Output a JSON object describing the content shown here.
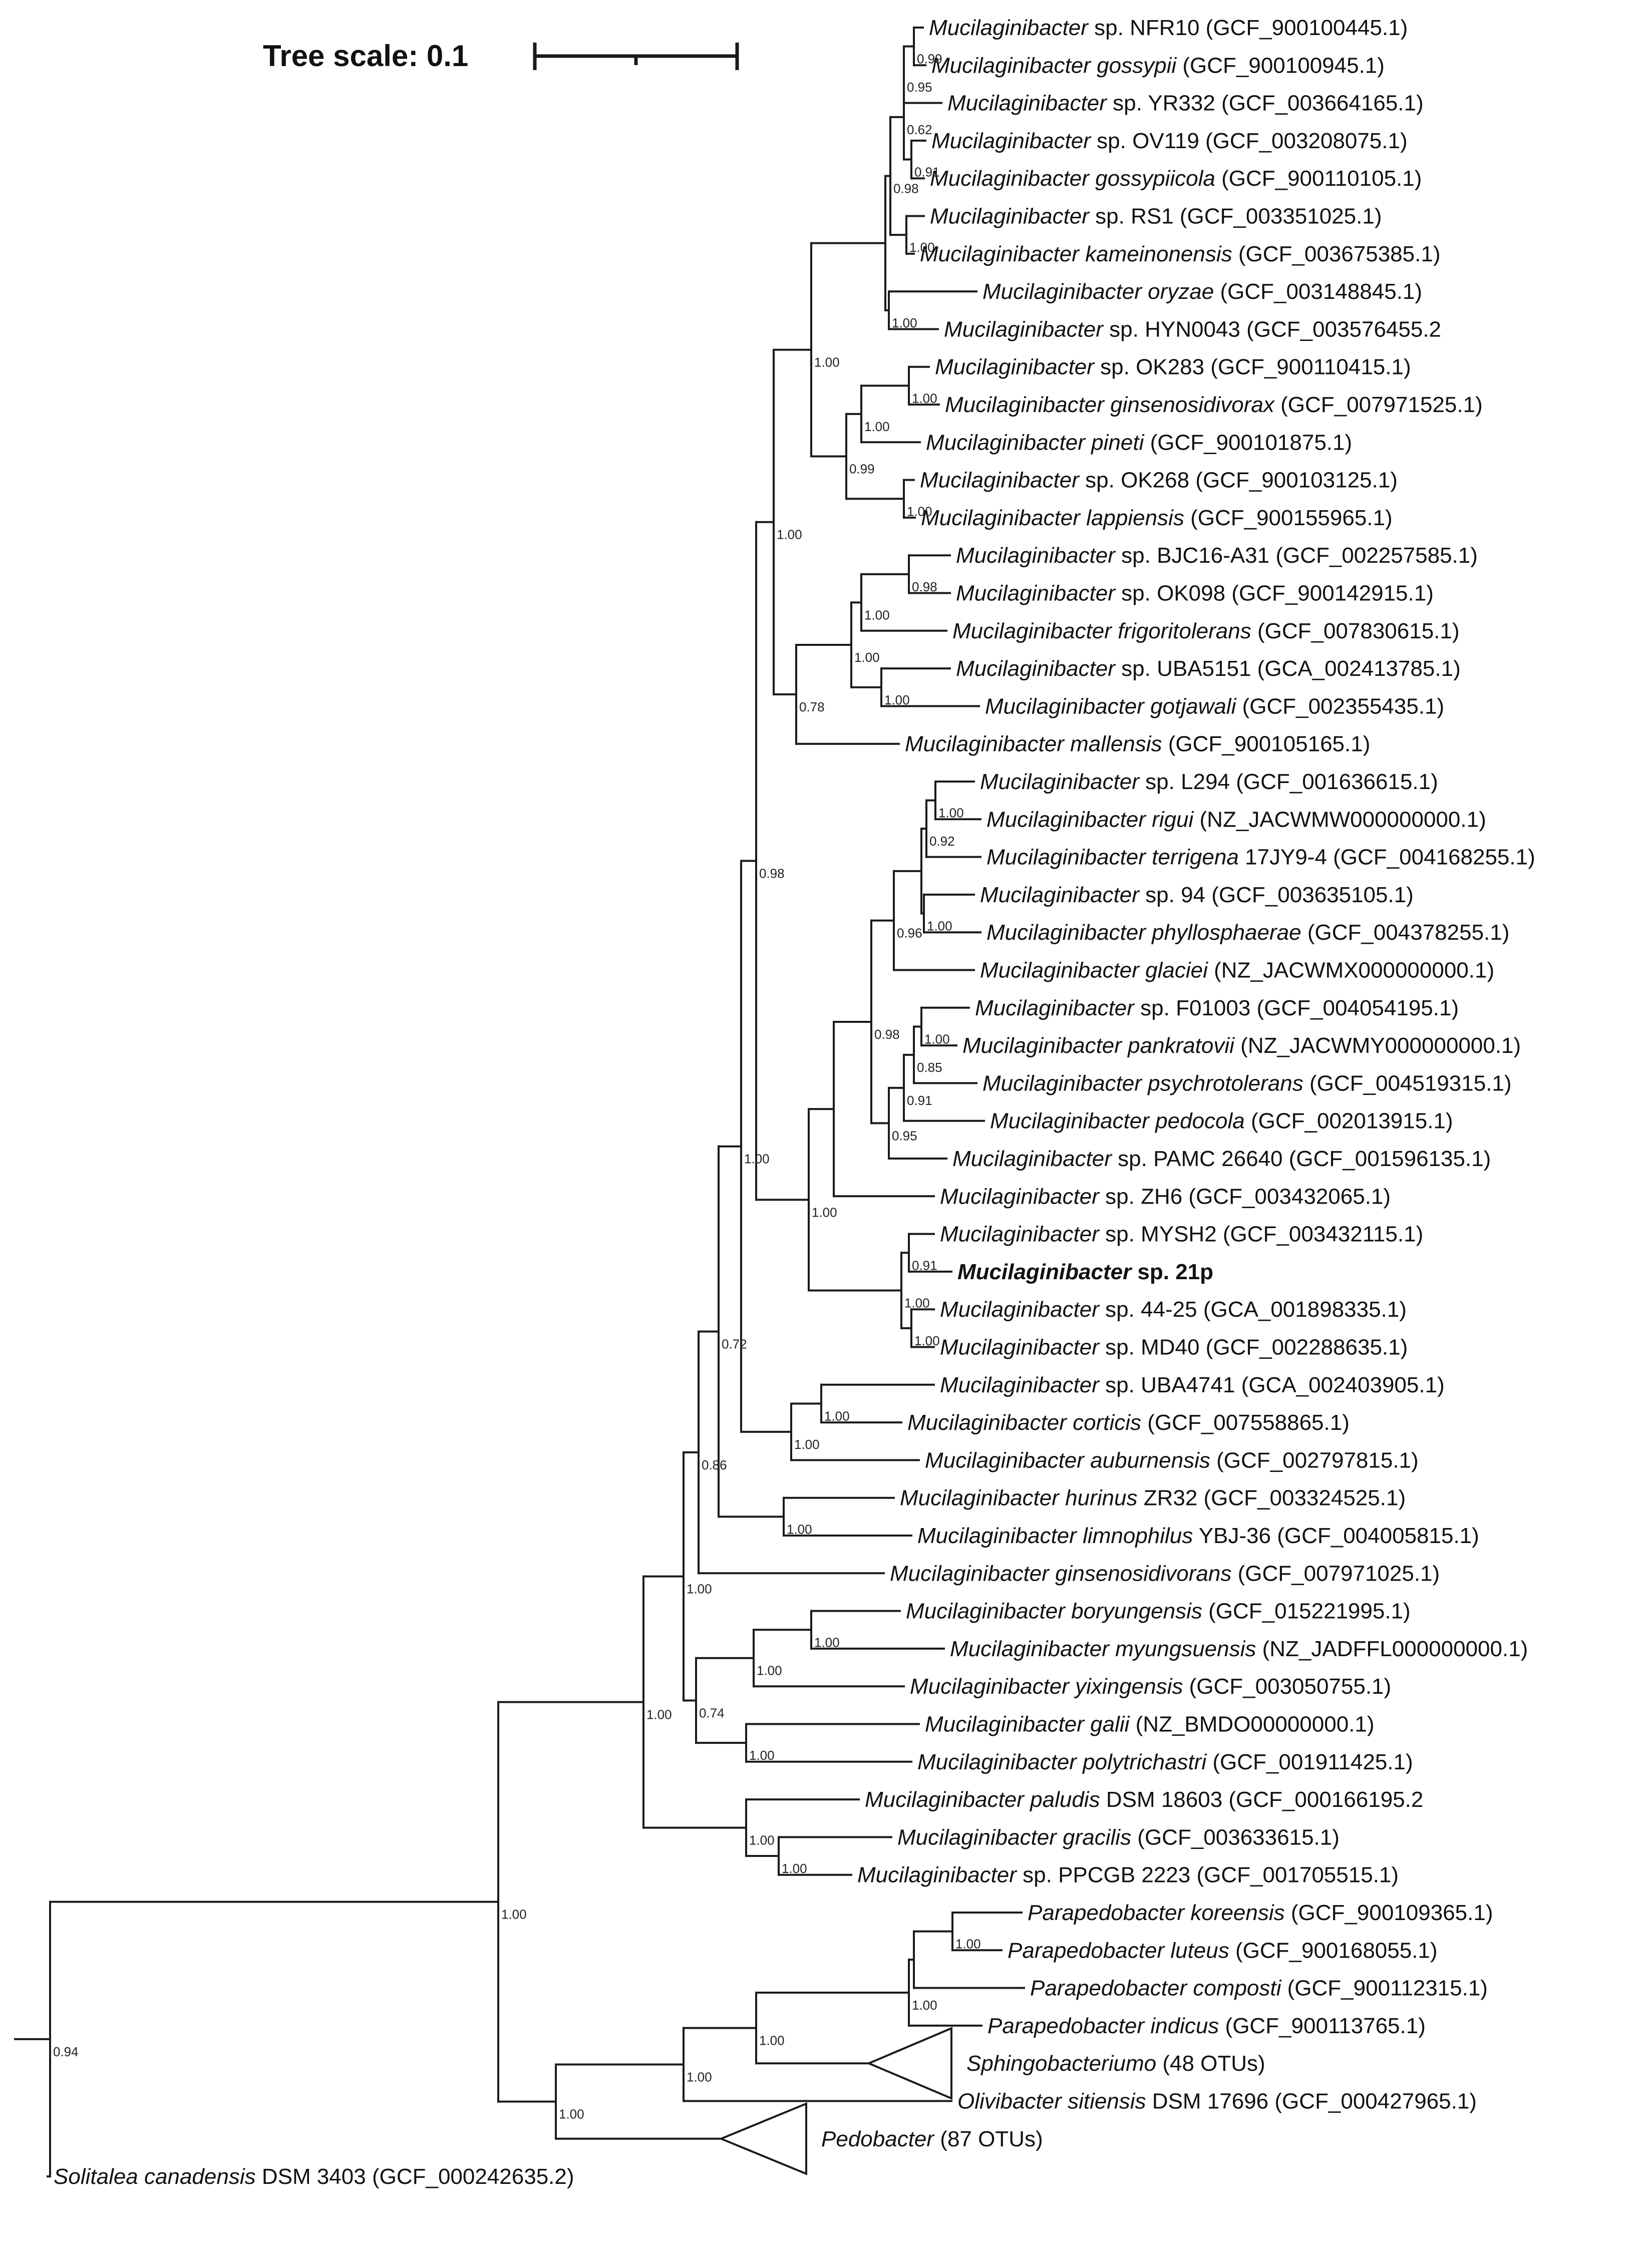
{
  "scale": {
    "label": "Tree scale: 0.1"
  },
  "leaves": [
    {
      "genus": "Mucilaginibacter",
      "rest": " sp. NFR10 (GCF_900100445.1)"
    },
    {
      "genus": "Mucilaginibacter gossypii",
      "rest": " (GCF_900100945.1)"
    },
    {
      "genus": "Mucilaginibacter",
      "rest": " sp. YR332 (GCF_003664165.1)"
    },
    {
      "genus": "Mucilaginibacter",
      "rest": " sp. OV119 (GCF_003208075.1)"
    },
    {
      "genus": "Mucilaginibacter gossypiicola",
      "rest": " (GCF_900110105.1)"
    },
    {
      "genus": "Mucilaginibacter",
      "rest": " sp. RS1 (GCF_003351025.1)"
    },
    {
      "genus": "Mucilaginibacter kameinonensis",
      "rest": " (GCF_003675385.1)"
    },
    {
      "genus": "Mucilaginibacter oryzae",
      "rest": " (GCF_003148845.1)"
    },
    {
      "genus": "Mucilaginibacter",
      "rest": " sp. HYN0043 (GCF_003576455.2"
    },
    {
      "genus": "Mucilaginibacter",
      "rest": " sp. OK283 (GCF_900110415.1)"
    },
    {
      "genus": "Mucilaginibacter ginsenosidivorax",
      "rest": " (GCF_007971525.1)"
    },
    {
      "genus": "Mucilaginibacter pineti",
      "rest": " (GCF_900101875.1)"
    },
    {
      "genus": "Mucilaginibacter",
      "rest": " sp. OK268 (GCF_900103125.1)"
    },
    {
      "genus": "Mucilaginibacter lappiensis",
      "rest": " (GCF_900155965.1)"
    },
    {
      "genus": "Mucilaginibacter",
      "rest": " sp. BJC16-A31 (GCF_002257585.1)"
    },
    {
      "genus": "Mucilaginibacter",
      "rest": " sp. OK098 (GCF_900142915.1)"
    },
    {
      "genus": "Mucilaginibacter frigoritolerans",
      "rest": " (GCF_007830615.1)"
    },
    {
      "genus": "Mucilaginibacter",
      "rest": " sp. UBA5151 (GCA_002413785.1)"
    },
    {
      "genus": "Mucilaginibacter gotjawali",
      "rest": " (GCF_002355435.1)"
    },
    {
      "genus": "Mucilaginibacter mallensis",
      "rest": " (GCF_900105165.1)"
    },
    {
      "genus": "Mucilaginibacter",
      "rest": " sp. L294 (GCF_001636615.1)"
    },
    {
      "genus": "Mucilaginibacter rigui",
      "rest": " (NZ_JACWMW000000000.1)"
    },
    {
      "genus": "Mucilaginibacter terrigena",
      "rest": " 17JY9-4 (GCF_004168255.1)"
    },
    {
      "genus": "Mucilaginibacter",
      "rest": " sp. 94 (GCF_003635105.1)"
    },
    {
      "genus": "Mucilaginibacter phyllosphaerae",
      "rest": " (GCF_004378255.1)"
    },
    {
      "genus": "Mucilaginibacter glaciei",
      "rest": " (NZ_JACWMX000000000.1)"
    },
    {
      "genus": "Mucilaginibacter",
      "rest": " sp. F01003 (GCF_004054195.1)"
    },
    {
      "genus": "Mucilaginibacter pankratovii",
      "rest": " (NZ_JACWMY000000000.1)"
    },
    {
      "genus": "Mucilaginibacter psychrotolerans",
      "rest": " (GCF_004519315.1)"
    },
    {
      "genus": "Mucilaginibacter pedocola",
      "rest": " (GCF_002013915.1)"
    },
    {
      "genus": "Mucilaginibacter",
      "rest": " sp. PAMC 26640 (GCF_001596135.1)"
    },
    {
      "genus": "Mucilaginibacter",
      "rest": " sp. ZH6 (GCF_003432065.1)"
    },
    {
      "genus": "Mucilaginibacter",
      "rest": " sp. MYSH2 (GCF_003432115.1)"
    },
    {
      "genus": "Mucilaginibacter",
      "rest": " sp. 21p",
      "bold": true
    },
    {
      "genus": "Mucilaginibacter",
      "rest": " sp. 44-25 (GCA_001898335.1)"
    },
    {
      "genus": "Mucilaginibacter",
      "rest": " sp. MD40 (GCF_002288635.1)"
    },
    {
      "genus": "Mucilaginibacter",
      "rest": " sp. UBA4741 (GCA_002403905.1)"
    },
    {
      "genus": "Mucilaginibacter corticis",
      "rest": " (GCF_007558865.1)"
    },
    {
      "genus": "Mucilaginibacter auburnensis",
      "rest": " (GCF_002797815.1)"
    },
    {
      "genus": "Mucilaginibacter hurinus",
      "rest": " ZR32 (GCF_003324525.1)"
    },
    {
      "genus": "Mucilaginibacter limnophilus",
      "rest": " YBJ-36 (GCF_004005815.1)"
    },
    {
      "genus": "Mucilaginibacter ginsenosidivorans",
      "rest": " (GCF_007971025.1)"
    },
    {
      "genus": "Mucilaginibacter boryungensis",
      "rest": " (GCF_015221995.1)"
    },
    {
      "genus": "Mucilaginibacter myungsuensis",
      "rest": " (NZ_JADFFL000000000.1)"
    },
    {
      "genus": "Mucilaginibacter yixingensis",
      "rest": " (GCF_003050755.1)"
    },
    {
      "genus": "Mucilaginibacter galii",
      "rest": " (NZ_BMDO00000000.1)"
    },
    {
      "genus": "Mucilaginibacter polytrichastri",
      "rest": " (GCF_001911425.1)"
    },
    {
      "genus": "Mucilaginibacter paludis",
      "rest": " DSM 18603 (GCF_000166195.2"
    },
    {
      "genus": "Mucilaginibacter gracilis",
      "rest": " (GCF_003633615.1)"
    },
    {
      "genus": "Mucilaginibacter",
      "rest": " sp. PPCGB 2223 (GCF_001705515.1)"
    },
    {
      "genus": "Parapedobacter koreensis",
      "rest": " (GCF_900109365.1)"
    },
    {
      "genus": "Parapedobacter luteus",
      "rest": " (GCF_900168055.1)"
    },
    {
      "genus": "Parapedobacter composti",
      "rest": " (GCF_900112315.1)"
    },
    {
      "genus": "Parapedobacter indicus",
      "rest": " (GCF_900113765.1)"
    },
    {
      "genus": "Sphingobacteriumo",
      "rest": " (48 OTUs)"
    },
    {
      "genus": "Olivibacter sitiensis",
      "rest": " DSM 17696 (GCF_000427965.1)"
    },
    {
      "genus": "Pedobacter",
      "rest": " (87 OTUs)"
    },
    {
      "genus": "Solitalea canadensis",
      "rest": " DSM 3403 (GCF_000242635.2)"
    }
  ],
  "support_values": [
    "0.99",
    "0.95",
    "0.62",
    "0.98",
    "0.91",
    "1.00",
    "1.00",
    "1.00",
    "1.00",
    "1.00",
    "1.00",
    "0.99",
    "1.00",
    "1.00",
    "0.98",
    "1.00",
    "1.00",
    "0.78",
    "1.00",
    "0.92",
    "1.00",
    "1.00",
    "0.96",
    "1.00",
    "0.85",
    "0.91",
    "0.98",
    "0.95",
    "0.98",
    "1.00",
    "1.00",
    "1.00",
    "0.72",
    "1.00",
    "1.00",
    "0.86",
    "1.00",
    "1.00",
    "1.00",
    "1.00",
    "0.74",
    "1.00",
    "1.00",
    "1.00",
    "1.00",
    "1.00",
    "0.94",
    "1.00",
    "1.00",
    "1.00",
    "1.00",
    "1.00",
    "0.91"
  ]
}
